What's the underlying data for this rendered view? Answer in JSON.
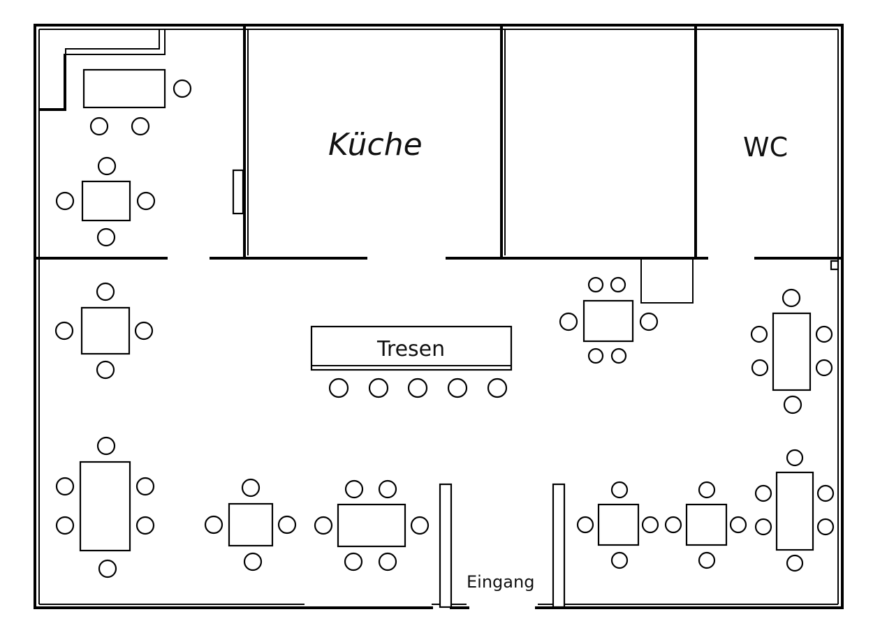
{
  "rooms": {
    "kitchen": "Küche",
    "wc": "WC"
  },
  "bar": {
    "label": "Tresen",
    "stool_count": 5
  },
  "entrance": {
    "label": "Eingang"
  },
  "colors": {
    "ink": "#000000",
    "paper": "#ffffff"
  }
}
